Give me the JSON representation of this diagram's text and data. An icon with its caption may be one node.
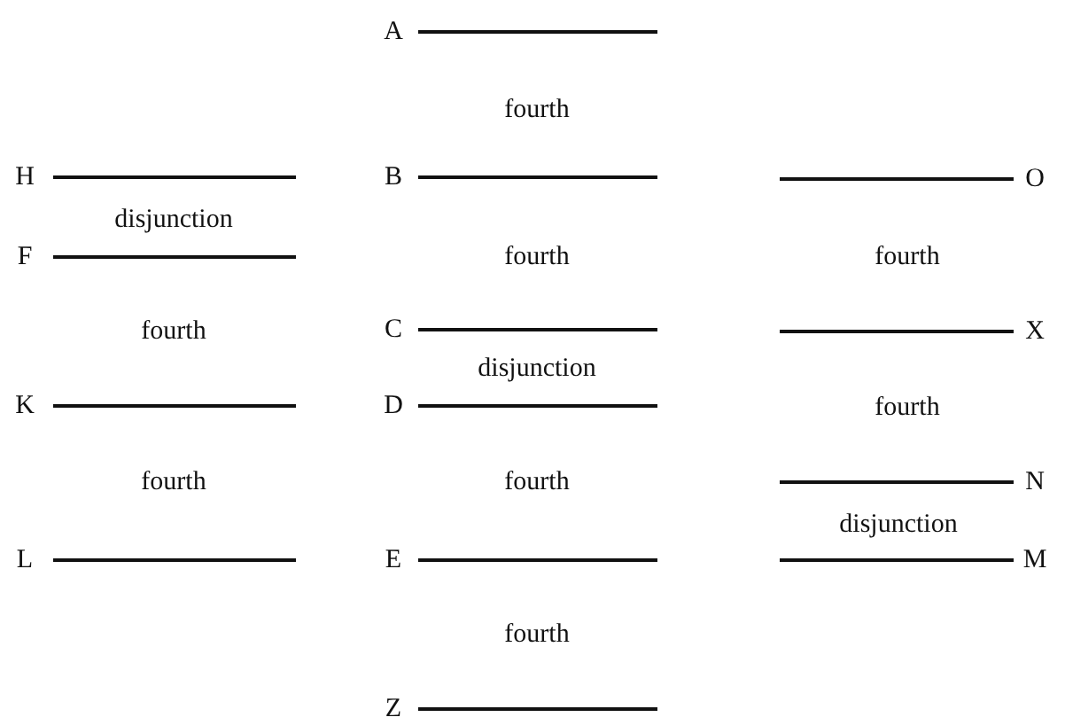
{
  "diagram": {
    "labels": [
      "A",
      "fourth",
      "H",
      "B",
      "O",
      "disjunction",
      "F",
      "fourth",
      "fourth",
      "fourth",
      "C",
      "X",
      "disjunction",
      "K",
      "D",
      "fourth",
      "fourth",
      "fourth",
      "N",
      "disjunction",
      "L",
      "E",
      "M",
      "fourth",
      "Z"
    ]
  }
}
